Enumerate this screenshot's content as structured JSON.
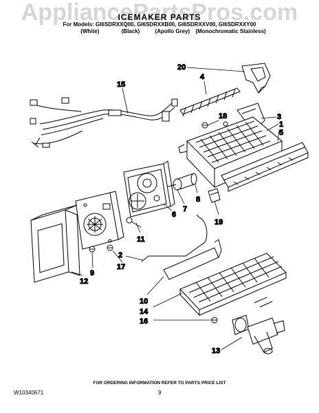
{
  "watermark": "AppliancePartsPros.com",
  "header": {
    "title": "ICEMAKER PARTS",
    "models": "For Models: GI6SDRXXQ00, GI6SDRXXB00, GI6SDRXXV00, GI6SDRXXY00",
    "colors": [
      "(White)",
      "(Black)",
      "(Apollo Grey)",
      "(Monochromatic Stainless)"
    ]
  },
  "callouts": [
    "20",
    "4",
    "15",
    "18",
    "3",
    "1",
    "5",
    "7",
    "8",
    "6",
    "19",
    "11",
    "9",
    "17",
    "2",
    "12",
    "10",
    "14",
    "16",
    "13"
  ],
  "footer": {
    "note": "FOR ORDERING INFORMATION REFER TO PARTS PRICE LIST",
    "part_number": "W10340671",
    "page": "9"
  }
}
